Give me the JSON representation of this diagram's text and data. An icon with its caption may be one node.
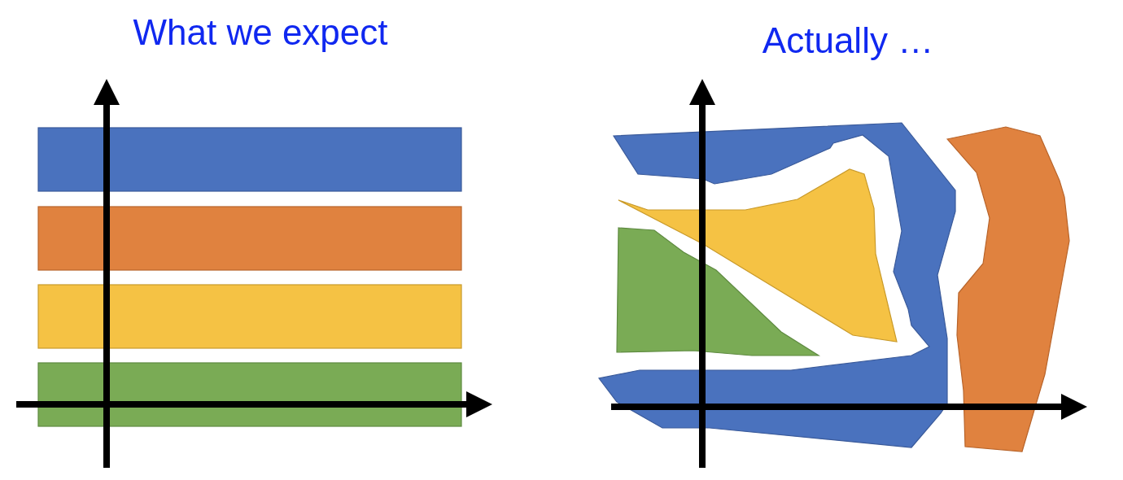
{
  "diagram": {
    "nodes": [
      {
        "text": [],
        "shape": "bar"
      },
      {
        "text": [],
        "shape": "bar"
      },
      {
        "text": [],
        "shape": "bar"
      },
      {
        "text": [],
        "shape": "bar"
      },
      {
        "text": [],
        "shape": "polygon"
      },
      {
        "text": [],
        "shape": "polygon"
      },
      {
        "text": [],
        "shape": "polygon"
      },
      {
        "text": [],
        "shape": "polygon"
      }
    ],
    "labels": [
      "What we expect",
      "Actually …"
    ]
  }
}
